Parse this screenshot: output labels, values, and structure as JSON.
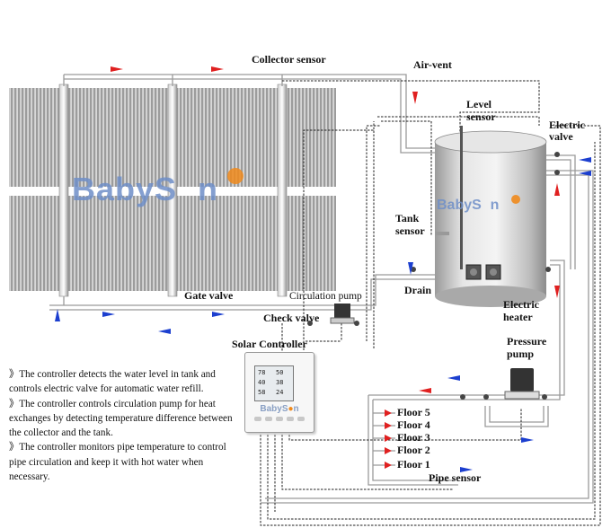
{
  "labels": {
    "collector_sensor": "Collector sensor",
    "air_vent": "Air-vent",
    "level_sensor_line1": "Level",
    "level_sensor_line2": "sensor",
    "electric_valve_line1": "Electric",
    "electric_valve_line2": "valve",
    "tank_sensor_line1": "Tank",
    "tank_sensor_line2": "sensor",
    "drain": "Drain",
    "electric_heater_line1": "Electric",
    "electric_heater_line2": "heater",
    "pressure_pump_line1": "Pressure",
    "pressure_pump_line2": "pump",
    "gate_valve": "Gate valve",
    "circulation_pump": "Circulation pump",
    "check_valve": "Check valve",
    "solar_controller": "Solar Controller",
    "pipe_sensor": "Pipe sensor"
  },
  "floors": [
    "Floor 5",
    "Floor 4",
    "Floor 3",
    "Floor 2",
    "Floor 1"
  ],
  "notes": [
    "》The controller detects the water level in tank and controls electric valve for automatic water refill.",
    "》The controller controls circulation pump for heat exchanges by detecting temperature difference between the collector and the tank.",
    "》The controller monitors pipe temperature to control pipe circulation and keep it with hot water when necessary."
  ],
  "watermark": {
    "collector_text_prefix": "BabyS",
    "collector_text_suffix": "n",
    "tank_text_prefix": "BabyS",
    "tank_text_suffix": "n"
  },
  "controller_display": {
    "brand_prefix": "BabyS",
    "brand_suffix": "n",
    "readings": [
      "78",
      "50",
      "40",
      "38",
      "58",
      "24"
    ]
  },
  "colors": {
    "arrow_red": "#e02020",
    "arrow_blue": "#1c3fcf",
    "pipe": "#9a9a9a",
    "panel_tube": "#a8a8a8",
    "watermark_blue": "#6f8fc8",
    "sun_orange": "#f08a1c"
  }
}
